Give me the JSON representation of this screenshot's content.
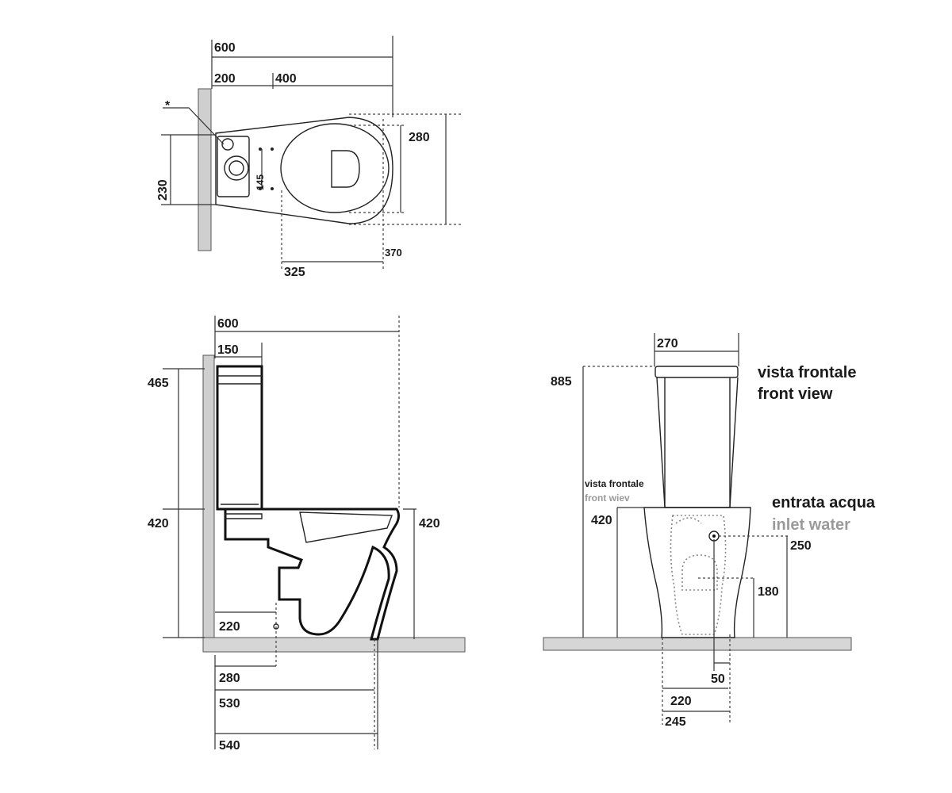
{
  "top_view": {
    "star": "*",
    "dims": {
      "overall_width": "600",
      "inlet_offset": "200",
      "fixing_offset": "400",
      "bowl_width": "280",
      "depth": "230",
      "bolt_spacing": "145",
      "outlet_325": "325",
      "outlet_370": "370"
    }
  },
  "side_view": {
    "dims": {
      "overall_width": "600",
      "cistern_depth": "150",
      "cistern_height": "465",
      "bowl_height_left": "420",
      "bowl_height_right": "420",
      "outlet_220": "220",
      "d280": "280",
      "d530": "530",
      "d540": "540"
    }
  },
  "front_view": {
    "title_it": "vista frontale",
    "title_en": "front view",
    "small_title_it": "vista frontale",
    "small_title_en": "front wiev",
    "inlet_it": "entrata acqua",
    "inlet_en": "inlet water",
    "dims": {
      "cistern_width": "270",
      "total_height": "885",
      "bowl_height": "420",
      "inlet_height": "250",
      "outlet_height": "180",
      "d50": "50",
      "d220": "220",
      "d245": "245"
    }
  },
  "colors": {
    "line": "#111111",
    "wall": "#cfcfcf",
    "grey_text": "#9a9a9a"
  }
}
